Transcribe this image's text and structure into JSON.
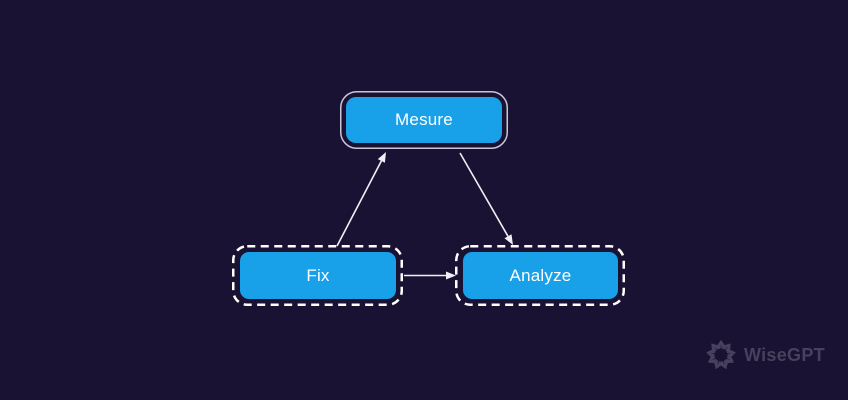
{
  "diagram": {
    "nodes": [
      {
        "id": "mesure",
        "label": "Mesure",
        "outline": "solid-rounded"
      },
      {
        "id": "fix",
        "label": "Fix",
        "outline": "dashed"
      },
      {
        "id": "analyze",
        "label": "Analyze",
        "outline": "dashed"
      }
    ],
    "edges": [
      {
        "from": "fix",
        "to": "mesure"
      },
      {
        "from": "mesure",
        "to": "analyze"
      },
      {
        "from": "fix",
        "to": "analyze"
      }
    ]
  },
  "watermark": {
    "brand": "WiseGPT",
    "icon": "chevron-burst-logo"
  },
  "colors": {
    "background": "#1a1232",
    "node_fill": "#18a0e8",
    "node_text": "#ffffff",
    "dashed_outline": "#ffffff",
    "selection_outline": "#c9c5d8",
    "arrow": "#efeff5",
    "watermark": "#46415c"
  }
}
